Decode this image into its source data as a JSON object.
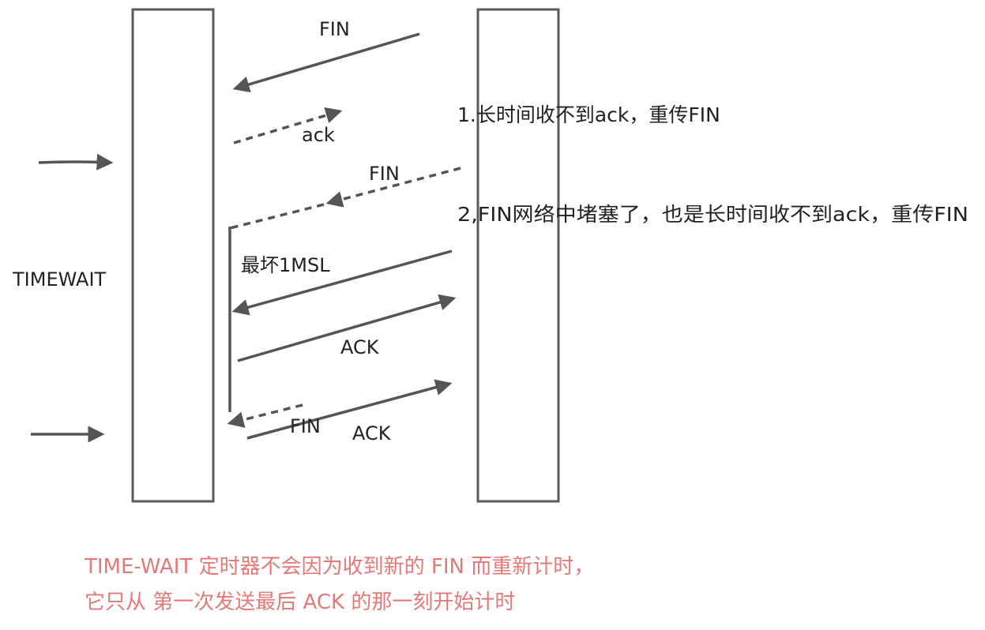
{
  "labels": {
    "fin_top": "FIN",
    "ack_small": "ack",
    "fin_dashed": "FIN",
    "worst_msl": "最坏1MSL",
    "ack_mid": "ACK",
    "fin_bottom": "FIN",
    "ack_bottom": "ACK",
    "timewait": "TIMEWAIT"
  },
  "notes": {
    "retransmit_1": "1.长时间收不到ack，重传FIN",
    "retransmit_2": "2,FIN网络中堵塞了，也是长时间收不到ack，重传FIN"
  },
  "footer": {
    "line_1": "TIME-WAIT 定时器不会因为收到新的 FIN 而重新计时，",
    "line_2": "它只从 第一次发送最后 ACK 的那一刻开始计时"
  },
  "colors": {
    "line": "#555555",
    "note_red": "#e47a78",
    "text": "#222222"
  }
}
